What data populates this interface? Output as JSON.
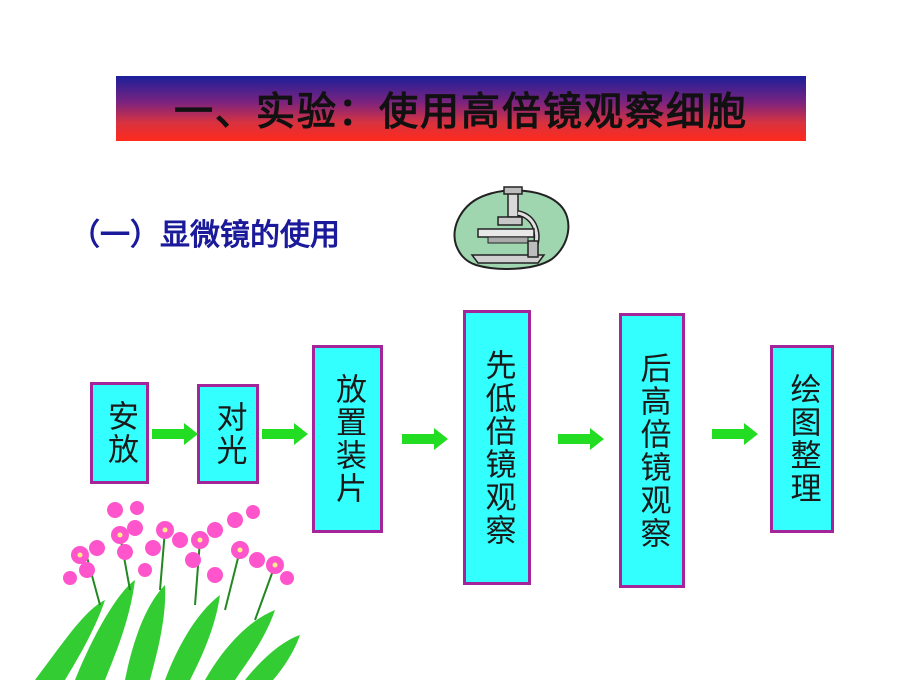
{
  "slide": {
    "title": "一、实验：使用高倍镜观察细胞",
    "subtitle": "（一）显微镜的使用",
    "colors": {
      "box_fill": "#33ffff",
      "box_border": "#a32599",
      "arrow": "#22dd22",
      "subtitle": "#1a1a9a"
    }
  },
  "steps": [
    {
      "label": "安放"
    },
    {
      "label": "对光"
    },
    {
      "label": "放置装片"
    },
    {
      "label": "先低倍镜观察"
    },
    {
      "label": "后高倍镜观察"
    },
    {
      "label": "绘图整理"
    }
  ],
  "decorations": {
    "microscope_icon": "microscope-icon",
    "flowers_icon": "flowers-icon"
  }
}
